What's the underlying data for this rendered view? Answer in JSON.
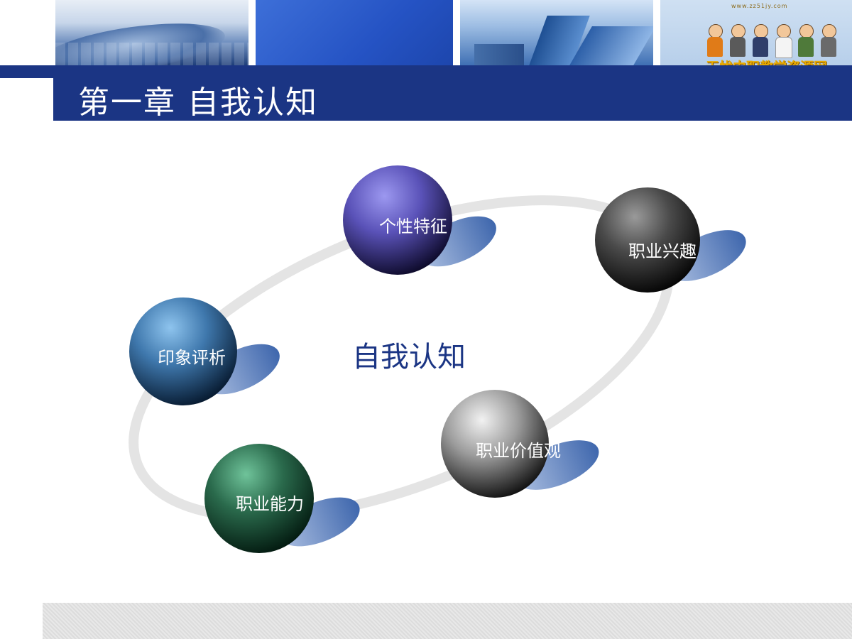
{
  "header": {
    "title": "第一章 自我认知",
    "logo_text": "无忧中职教学资源网",
    "logo_arc_text": "www.zz51jy.com"
  },
  "diagram": {
    "center": "自我认知",
    "nodes": [
      {
        "label": "个性特征",
        "color": "purple"
      },
      {
        "label": "职业兴趣",
        "color": "dark-gray"
      },
      {
        "label": "印象评析",
        "color": "blue"
      },
      {
        "label": "职业价值观",
        "color": "silver"
      },
      {
        "label": "职业能力",
        "color": "green"
      }
    ]
  },
  "colors": {
    "title_bar": "#1b3584",
    "center_text": "#1b3584",
    "ring": "#e6e6e6",
    "shadow": "#5a7fc0"
  }
}
